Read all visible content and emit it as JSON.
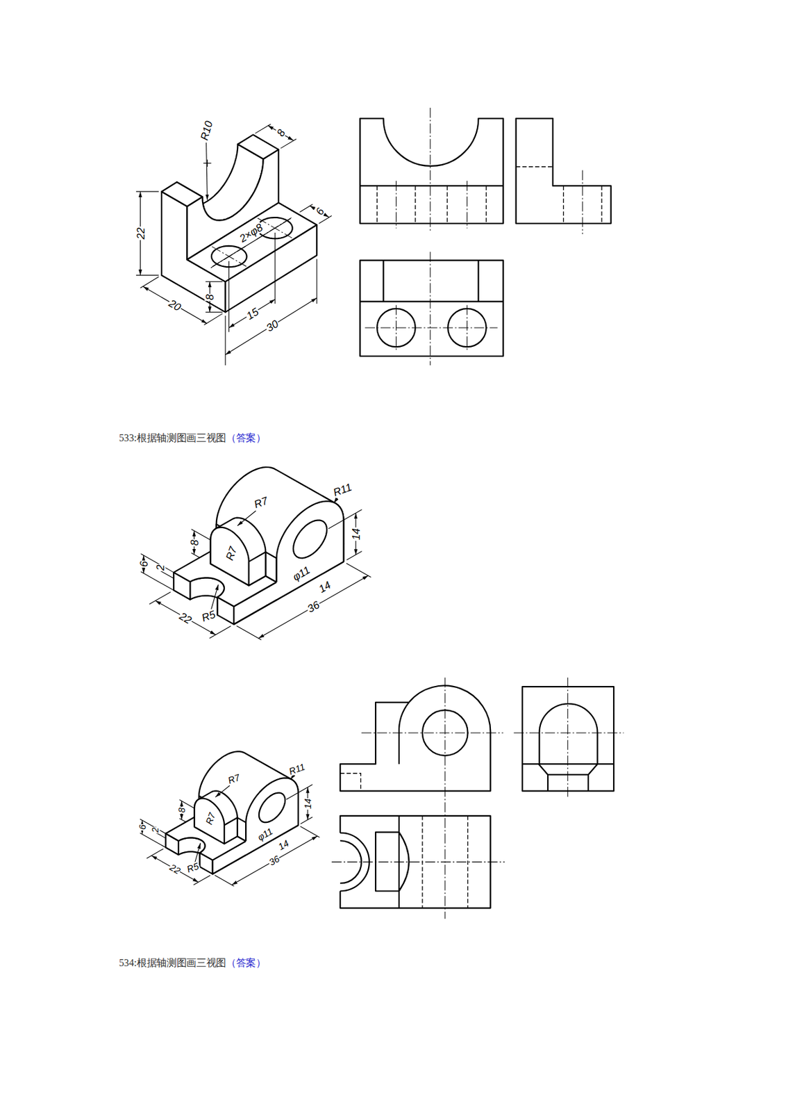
{
  "diagram": {
    "labels": [
      "R10",
      "8",
      "22",
      "6",
      "2×φ8",
      "8",
      "20",
      "15",
      "30",
      "533:根据轴测图画三视图",
      "（答案）",
      "R7",
      "R11",
      "8",
      "2",
      "6",
      "R7",
      "14",
      "φ11",
      "14",
      "22",
      "R5",
      "36",
      "R7",
      "R11",
      "8",
      "2",
      "6",
      "R7",
      "14",
      "φ11",
      "14",
      "22",
      "R5",
      "36",
      "534:根据轴测图画三视图",
      "（答案）"
    ]
  }
}
